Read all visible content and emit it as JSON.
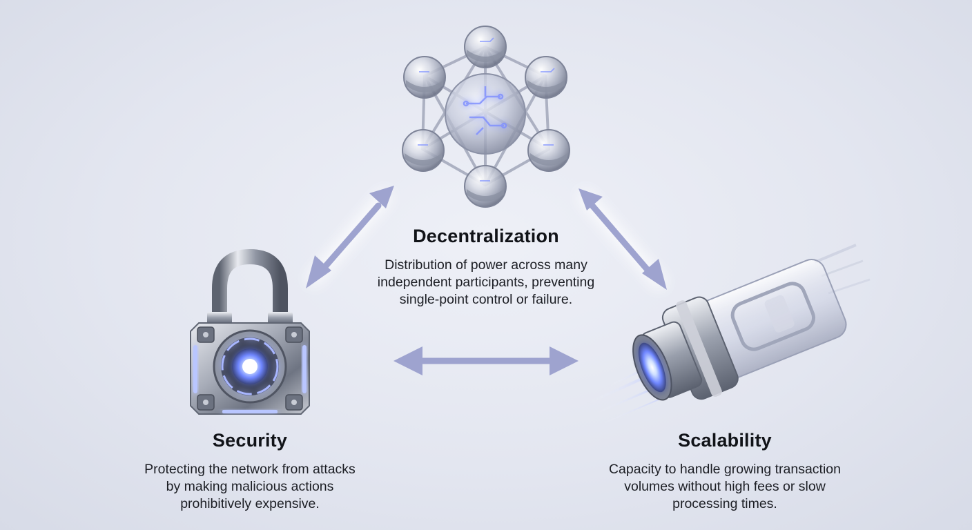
{
  "nodes": {
    "decentralization": {
      "title": "Decentralization",
      "lines": [
        "Distribution of power across many",
        "independent participants, preventing",
        "single-point control or failure."
      ],
      "icon": "network-molecule-icon"
    },
    "security": {
      "title": "Security",
      "lines": [
        "Protecting the network from attacks",
        "by making malicious actions",
        "prohibitively expensive."
      ],
      "icon": "padlock-icon"
    },
    "scalability": {
      "title": "Scalability",
      "lines": [
        "Capacity to handle growing transaction",
        "volumes without high fees or slow",
        "processing times."
      ],
      "icon": "speed-tube-icon"
    }
  },
  "connectors": [
    {
      "from": "security",
      "to": "decentralization",
      "style": "double-arrow"
    },
    {
      "from": "decentralization",
      "to": "scalability",
      "style": "double-arrow"
    },
    {
      "from": "security",
      "to": "scalability",
      "style": "double-arrow"
    }
  ],
  "colors": {
    "background": "#e6e8f1",
    "arrow": "#9ea3cf",
    "arrow_glow": "#ffffff",
    "accent_blue": "#6f86ff",
    "metal": "#a8adb8",
    "text": "#111318"
  }
}
